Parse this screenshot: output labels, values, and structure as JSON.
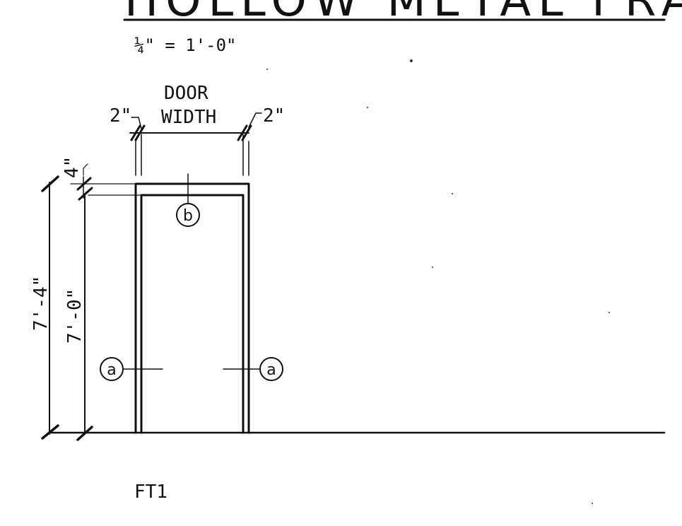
{
  "title": "HOLLOW METAL FRAME TYPES",
  "scale": "¼\" = 1'-0\"",
  "dimensions": {
    "jamb_left": "2\"",
    "jamb_right": "2\"",
    "opening_width_line1": "DOOR",
    "opening_width_line2": "WIDTH",
    "head_depth": "4\"",
    "overall_height": "7'-4\"",
    "opening_height": "7'-0\""
  },
  "detail_tags": {
    "jamb_left": "a",
    "jamb_right": "a",
    "head": "b"
  },
  "frame_label": "FT1"
}
